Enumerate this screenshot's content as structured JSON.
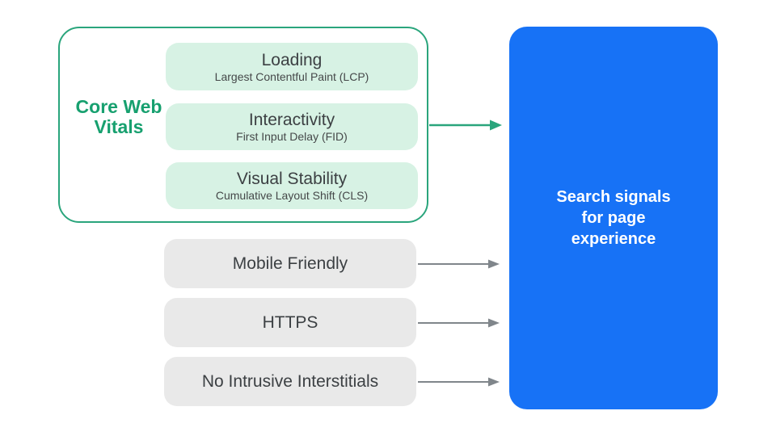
{
  "colors": {
    "green_accent": "#2aa57c",
    "green_label_text": "#17a06f",
    "mint_fill": "#d7f2e4",
    "gray_fill": "#e9e9e9",
    "arrow_gray": "#80868b",
    "blue_fill": "#1772f6",
    "dark_text": "#3c4043",
    "white_text": "#ffffff"
  },
  "core_web_vitals": {
    "label": "Core Web Vitals",
    "items": [
      {
        "title": "Loading",
        "subtitle": "Largest Contentful Paint (LCP)"
      },
      {
        "title": "Interactivity",
        "subtitle": "First Input Delay (FID)"
      },
      {
        "title": "Visual Stability",
        "subtitle": "Cumulative Layout Shift (CLS)"
      }
    ]
  },
  "other_signals": [
    "Mobile Friendly",
    "HTTPS",
    "No Intrusive Interstitials"
  ],
  "result_box": {
    "label": "Search signals for page experience",
    "lines": [
      "Search signals",
      "for page",
      "experience"
    ]
  }
}
